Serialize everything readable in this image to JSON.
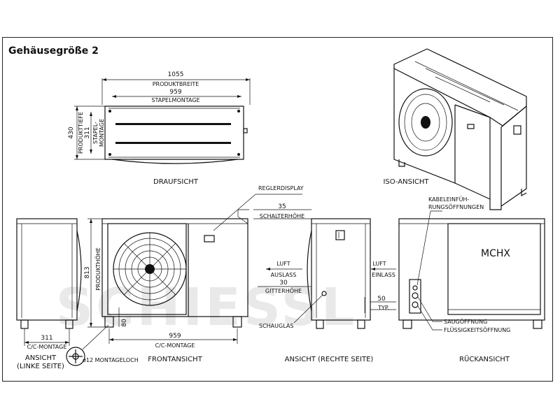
{
  "title": "Gehäusegröße 2",
  "watermark": "SCHIESSL",
  "top_view": {
    "width_dim": "1055",
    "width_label": "PRODUKTBREITE",
    "stack_dim": "959",
    "stack_label": "STAPELMONTAGE",
    "depth_dim": "430",
    "depth_label": "PRODUKTTIEFE",
    "depth2_dim": "311",
    "depth2_label_1": "STAPEL-",
    "depth2_label_2": "MONTAGE",
    "caption": "DRAUFSICHT"
  },
  "iso_view": {
    "caption": "ISO-ANSICHT"
  },
  "left_view": {
    "dim": "311",
    "dim_label": "C/C-MONTAGE",
    "caption_1": "ANSICHT",
    "caption_2": "(LINKE SEITE)",
    "hole_label": "ø12 MONTAGELOCH"
  },
  "front_view": {
    "controller": "REGLERDISPLAY",
    "height_dim": "813",
    "height_label": "PRODUKTHÖHE",
    "foot_dim": "80",
    "width_dim": "959",
    "width_label": "C/C-MONTAGE",
    "caption": "FRONTANSICHT"
  },
  "right_view": {
    "dim_35": "35",
    "switch_label": "SCHALTERHÖHE",
    "air_out_1": "LUFT",
    "air_out_2": "AUSLASS",
    "dim_30": "30",
    "grille_label": "GITTERHÖHE",
    "air_in_1": "LUFT",
    "air_in_2": "EINLASS",
    "dim_50": "50",
    "typ": "TYP.",
    "sight_glass": "SCHAUGLAS",
    "caption": "ANSICHT (RECHTE SEITE)"
  },
  "rear_view": {
    "cable_1": "KABELEINFÜH-",
    "cable_2": "RUNGSÖFFNUNGEN",
    "coil": "MCHX",
    "suction": "SAUGÖFFNUNG",
    "liquid": "FLÜSSIGKEITSÖFFNUNG",
    "caption": "RÜCKANSICHT"
  }
}
